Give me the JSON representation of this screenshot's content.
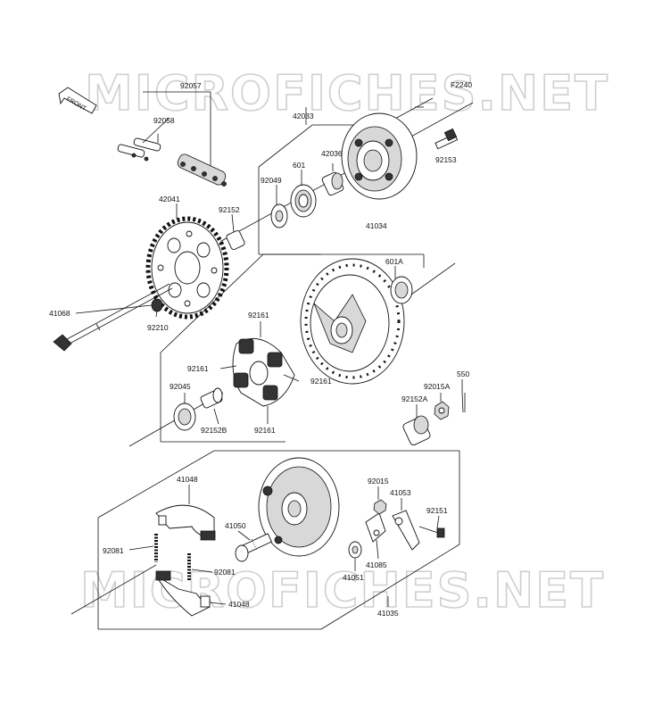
{
  "diagram_code": "F2240",
  "front_label": "FRONT",
  "watermark": "MICROFICHES.NET",
  "parts": {
    "p92057": "92057",
    "p92058": "92058",
    "p42033": "42033",
    "p42036": "42036",
    "p601": "601",
    "p92049": "92049",
    "p92153": "92153",
    "p42041": "42041",
    "p92152": "92152",
    "p41034": "41034",
    "p601A": "601A",
    "p41068": "41068",
    "p92210": "92210",
    "p92161_a": "92161",
    "p92161_b": "92161",
    "p92161_c": "92161",
    "p92161_d": "92161",
    "p92045": "92045",
    "p92152B": "92152B",
    "p550": "550",
    "p92015A": "92015A",
    "p92152A": "92152A",
    "p41048_a": "41048",
    "p41048_b": "41048",
    "p92015": "92015",
    "p41053": "41053",
    "p41050": "41050",
    "p92151": "92151",
    "p92081_a": "92081",
    "p92081_b": "92081",
    "p41051": "41051",
    "p41085": "41085",
    "p41035": "41035"
  }
}
